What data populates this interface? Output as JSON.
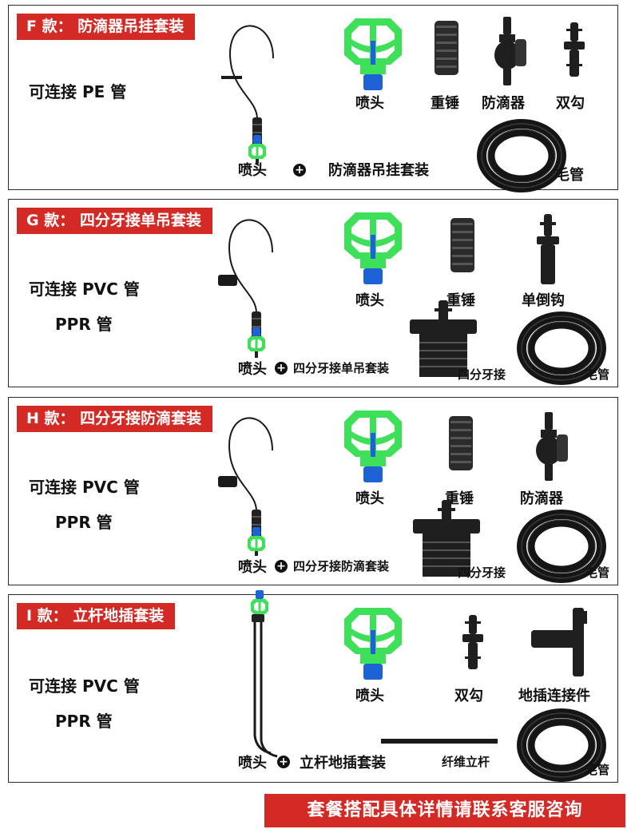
{
  "colors": {
    "accent": "#d42a25",
    "sprinkler_green": "#3ee05a",
    "connector_blue": "#1e63d6"
  },
  "panels": [
    {
      "title": "F 款：  防滴器吊挂套装",
      "connect": [
        "可连接 PE 管"
      ],
      "assembly_head": "喷头",
      "assembly_name": "防滴器吊挂套装",
      "parts": [
        "喷头",
        "重锤",
        "防滴器",
        "双勾",
        "毛管"
      ]
    },
    {
      "title": "G 款：  四分牙接单吊套装",
      "connect": [
        "可连接 PVC 管",
        "PPR 管"
      ],
      "assembly_head": "喷头",
      "assembly_name": "四分牙接单吊套装",
      "parts": [
        "喷头",
        "重锤",
        "单倒钩",
        "四分牙接",
        "毛管"
      ]
    },
    {
      "title": "H 款：  四分牙接防滴套装",
      "connect": [
        "可连接 PVC 管",
        "PPR 管"
      ],
      "assembly_head": "喷头",
      "assembly_name": "四分牙接防滴套装",
      "parts": [
        "喷头",
        "重锤",
        "防滴器",
        "四分牙接",
        "毛管"
      ]
    },
    {
      "title": "I 款：  立杆地插套装",
      "connect": [
        "可连接 PVC 管",
        "PPR 管"
      ],
      "assembly_head": "喷头",
      "assembly_name": "立杆地插套装",
      "parts": [
        "喷头",
        "双勾",
        "地插连接件",
        "纤维立杆",
        "毛管"
      ]
    }
  ],
  "footer": "套餐搭配具体详情请联系客服咨询"
}
